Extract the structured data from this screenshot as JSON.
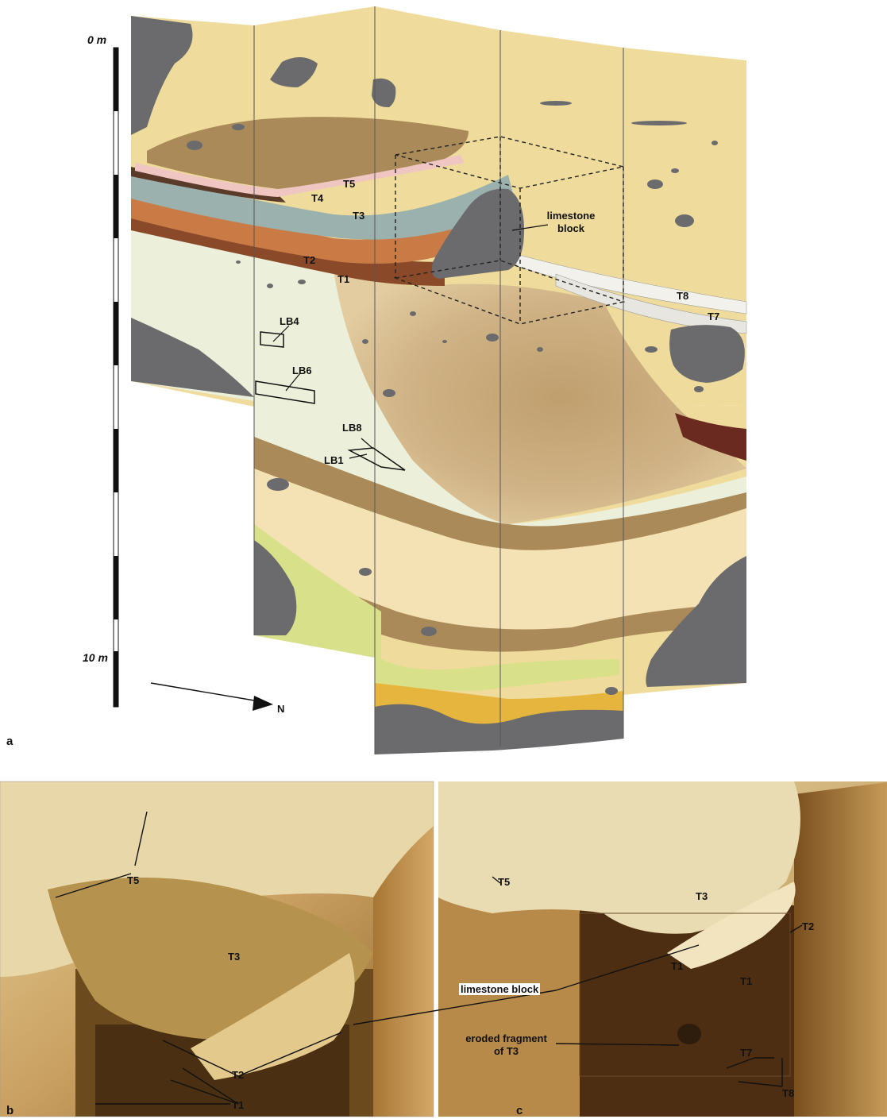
{
  "panels": {
    "a": "a",
    "b": "b",
    "c": "c"
  },
  "scale": {
    "top_label": "0 m",
    "bottom_label": "10 m"
  },
  "north_label": "N",
  "section_labels": {
    "T1": "T1",
    "T2": "T2",
    "T3": "T3",
    "T4": "T4",
    "T5": "T5",
    "T7": "T7",
    "T8": "T8",
    "LB1": "LB1",
    "LB4": "LB4",
    "LB6": "LB6",
    "LB8": "LB8",
    "limestone_block_line1": "limestone",
    "limestone_block_line2": "block"
  },
  "photo_labels": {
    "b_T5": "T5",
    "b_T3": "T3",
    "b_T2": "T2",
    "b_T1": "T1",
    "c_T5": "T5",
    "c_T3": "T3",
    "c_T2": "T2",
    "c_T1a": "T1",
    "c_T1b": "T1",
    "c_T7": "T7",
    "c_T8": "T8",
    "limestone_block": "limestone block",
    "eroded_line1": "eroded fragment",
    "eroded_line2": "of T3"
  },
  "colors": {
    "loess_yellow": "#efdb9c",
    "pale_cream": "#ecefd9",
    "rock_grey": "#6b6b6e",
    "layer_teal": "#9bb1ad",
    "layer_orange": "#c97a45",
    "layer_brown": "#a98a58",
    "layer_pink": "#f0c6c3",
    "sand_beige": "#f4e1b4",
    "olive": "#d8e08a",
    "ochre": "#e6b53e",
    "excavation_floor": "#c8a877",
    "photo_dark": "#5a3a14",
    "photo_light": "#e8cf94"
  }
}
